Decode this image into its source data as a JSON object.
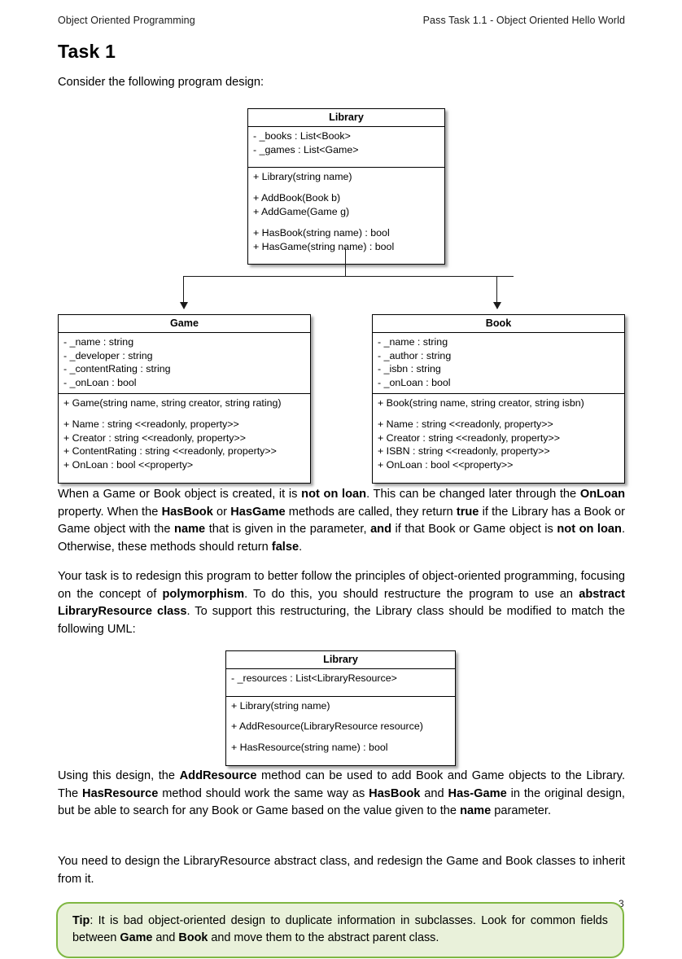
{
  "header": {
    "left": "Object Oriented Programming",
    "right": "Pass Task 1.1 - Object Oriented Hello World"
  },
  "title": "Task 1",
  "intro": "Consider the following program design:",
  "diagram1": {
    "library": {
      "name": "Library",
      "attributes": [
        "-  _books : List<Book>",
        "-  _games : List<Game>"
      ],
      "operations_group1": [
        "+ Library(string name)"
      ],
      "operations_group2": [
        "+ AddBook(Book b)",
        "+ AddGame(Game g)"
      ],
      "operations_group3": [
        "+ HasBook(string name) : bool",
        "+ HasGame(string name) : bool"
      ]
    },
    "game": {
      "name": "Game",
      "attributes": [
        "-  _name : string",
        "-  _developer : string",
        "-  _contentRating : string",
        "-  _onLoan : bool"
      ],
      "operations_group1": [
        "+ Game(string name, string creator, string rating)"
      ],
      "operations_group2": [
        "+ Name : string <<readonly, property>>",
        "+ Creator : string <<readonly, property>>",
        "+ ContentRating : string <<readonly, property>>",
        "+ OnLoan : bool <<property>"
      ]
    },
    "book": {
      "name": "Book",
      "attributes": [
        "-  _name : string",
        "-  _author : string",
        "-  _isbn : string",
        "-  _onLoan : bool"
      ],
      "operations_group1": [
        "+ Book(string name, string creator, string isbn)"
      ],
      "operations_group2": [
        "+ Name : string <<readonly, property>>",
        "+ Creator : string <<readonly, property>>",
        "+ ISBN : string <<readonly, property>>",
        "+ OnLoan : bool <<property>>"
      ]
    }
  },
  "paragraphs": {
    "p1_html": "When a Game or Book object is created, it is <b>not on loan</b>. This can be changed later through the <b>OnLoan</b> property. When the <b>HasBook</b> or <b>HasGame</b> methods are called, they return <b>true</b> if the Library has a Book or Game object with the <b>name</b> that is given in the parameter, <b>and</b> if that Book or Game object is <b>not on loan</b>. Otherwise, these methods should return <b>false</b>.",
    "p2_html": "Your task is to redesign this program to better follow the principles of object-oriented programming, focusing on the concept of <b>polymorphism</b>. To do this, you should restructure the program to use an <b>abstract LibraryResource class</b>. To support this restructuring, the Library class should be modified to match the following UML:",
    "p3_html": "Using this design, the <b>AddResource</b> method can be used to add Book and Game objects to the Library. The <b>HasResource</b> method should work the same way as <b>HasBook</b> and <b>Has-Game</b> in the original design, but be able to search for any Book or Game based on the value given to the <b>name</b> parameter.",
    "p4_html": "You need to design the LibraryResource abstract class, and redesign the Game and Book classes to inherit from it."
  },
  "diagram2": {
    "library": {
      "name": "Library",
      "attributes": [
        "-  _resources : List<LibraryResource>"
      ],
      "operations_group1": [
        "+ Library(string name)"
      ],
      "operations_group2": [
        "+ AddResource(LibraryResource resource)"
      ],
      "operations_group3": [
        "+ HasResource(string name) : bool"
      ]
    }
  },
  "tip": {
    "html": "<b>Tip</b>: It is bad object-oriented design to duplicate information in subclasses. Look for common fields between <b>Game</b> and <b>Book</b> and move them to the abstract parent class."
  },
  "page_number": "3",
  "colors": {
    "tip_border": "#7fb742",
    "tip_background": "#e9f1da",
    "text": "#000000",
    "uml_border": "#000000"
  }
}
